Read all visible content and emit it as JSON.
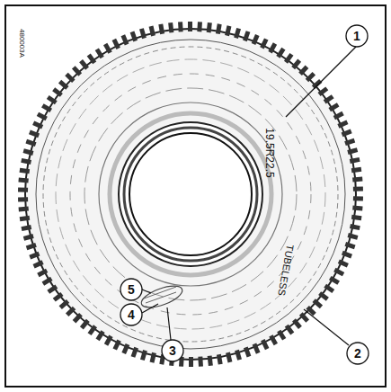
{
  "diagram": {
    "labels": [
      "1",
      "2",
      "3",
      "4",
      "5",
      "19.5R22.5",
      "TUBELESS",
      "480003A"
    ]
  }
}
